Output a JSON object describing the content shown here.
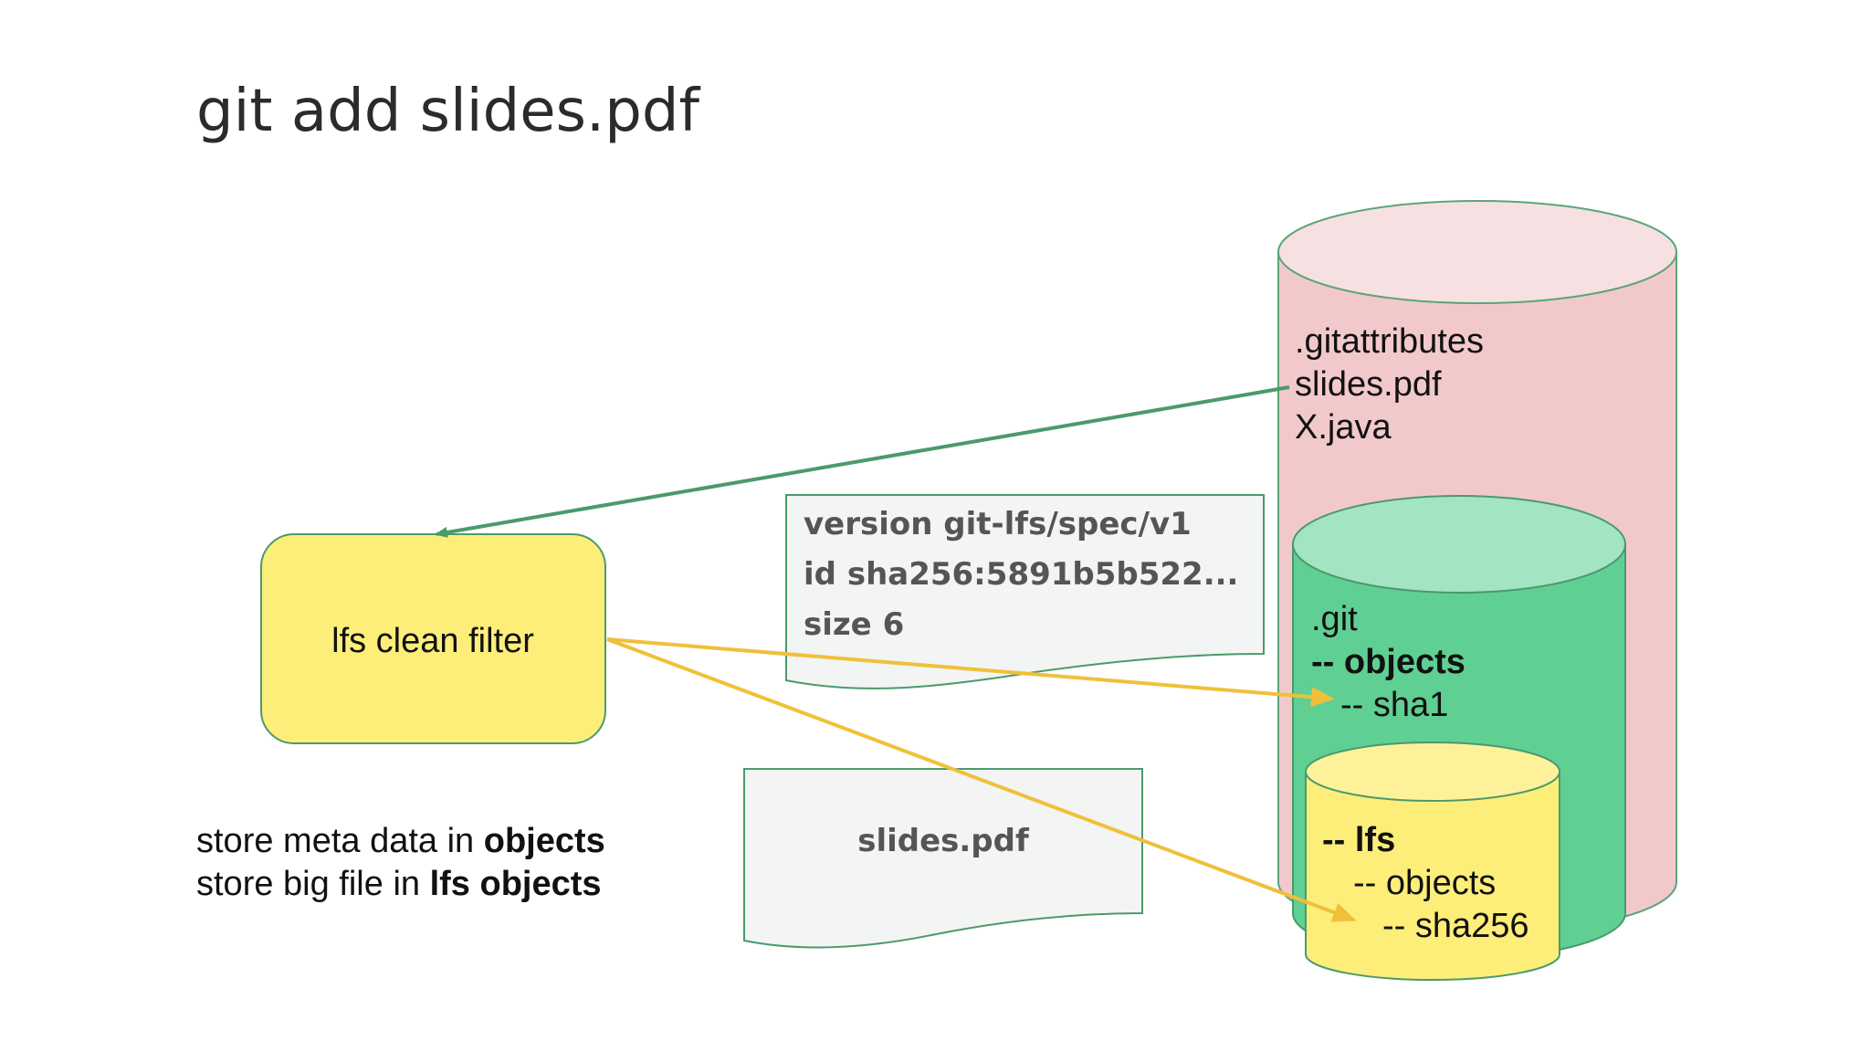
{
  "title": "git add slides.pdf",
  "filter_box": {
    "label": "lfs clean filter"
  },
  "pointer_doc": {
    "lines": [
      "version git-lfs/spec/v1",
      "id sha256:5891b5b522...",
      "size 6"
    ]
  },
  "file_doc": {
    "label": "slides.pdf"
  },
  "working_dir": {
    "files": [
      ".gitattributes",
      "slides.pdf",
      "X.java"
    ]
  },
  "git_dir": {
    "name": ".git",
    "objects": "-- objects",
    "sha1": "-- sha1"
  },
  "lfs_dir": {
    "name": "-- lfs",
    "objects": "-- objects",
    "sha256": "-- sha256"
  },
  "notes": {
    "line1_prefix": "store meta data in ",
    "line1_bold": "objects",
    "line2_prefix": "store big file in ",
    "line2_bold": "lfs objects"
  },
  "colors": {
    "red_cylinder": "#f2c9cb",
    "red_cylinder_top": "#f7e0e2",
    "green_cylinder": "#60cf93",
    "green_cylinder_top": "#a3e4c3",
    "yellow": "#fdee7a",
    "yellow_top": "#fdf29a",
    "green_arrow": "#4a9a6c",
    "yellow_arrow": "#efc03a",
    "doc_bg": "#f3f4f4"
  }
}
